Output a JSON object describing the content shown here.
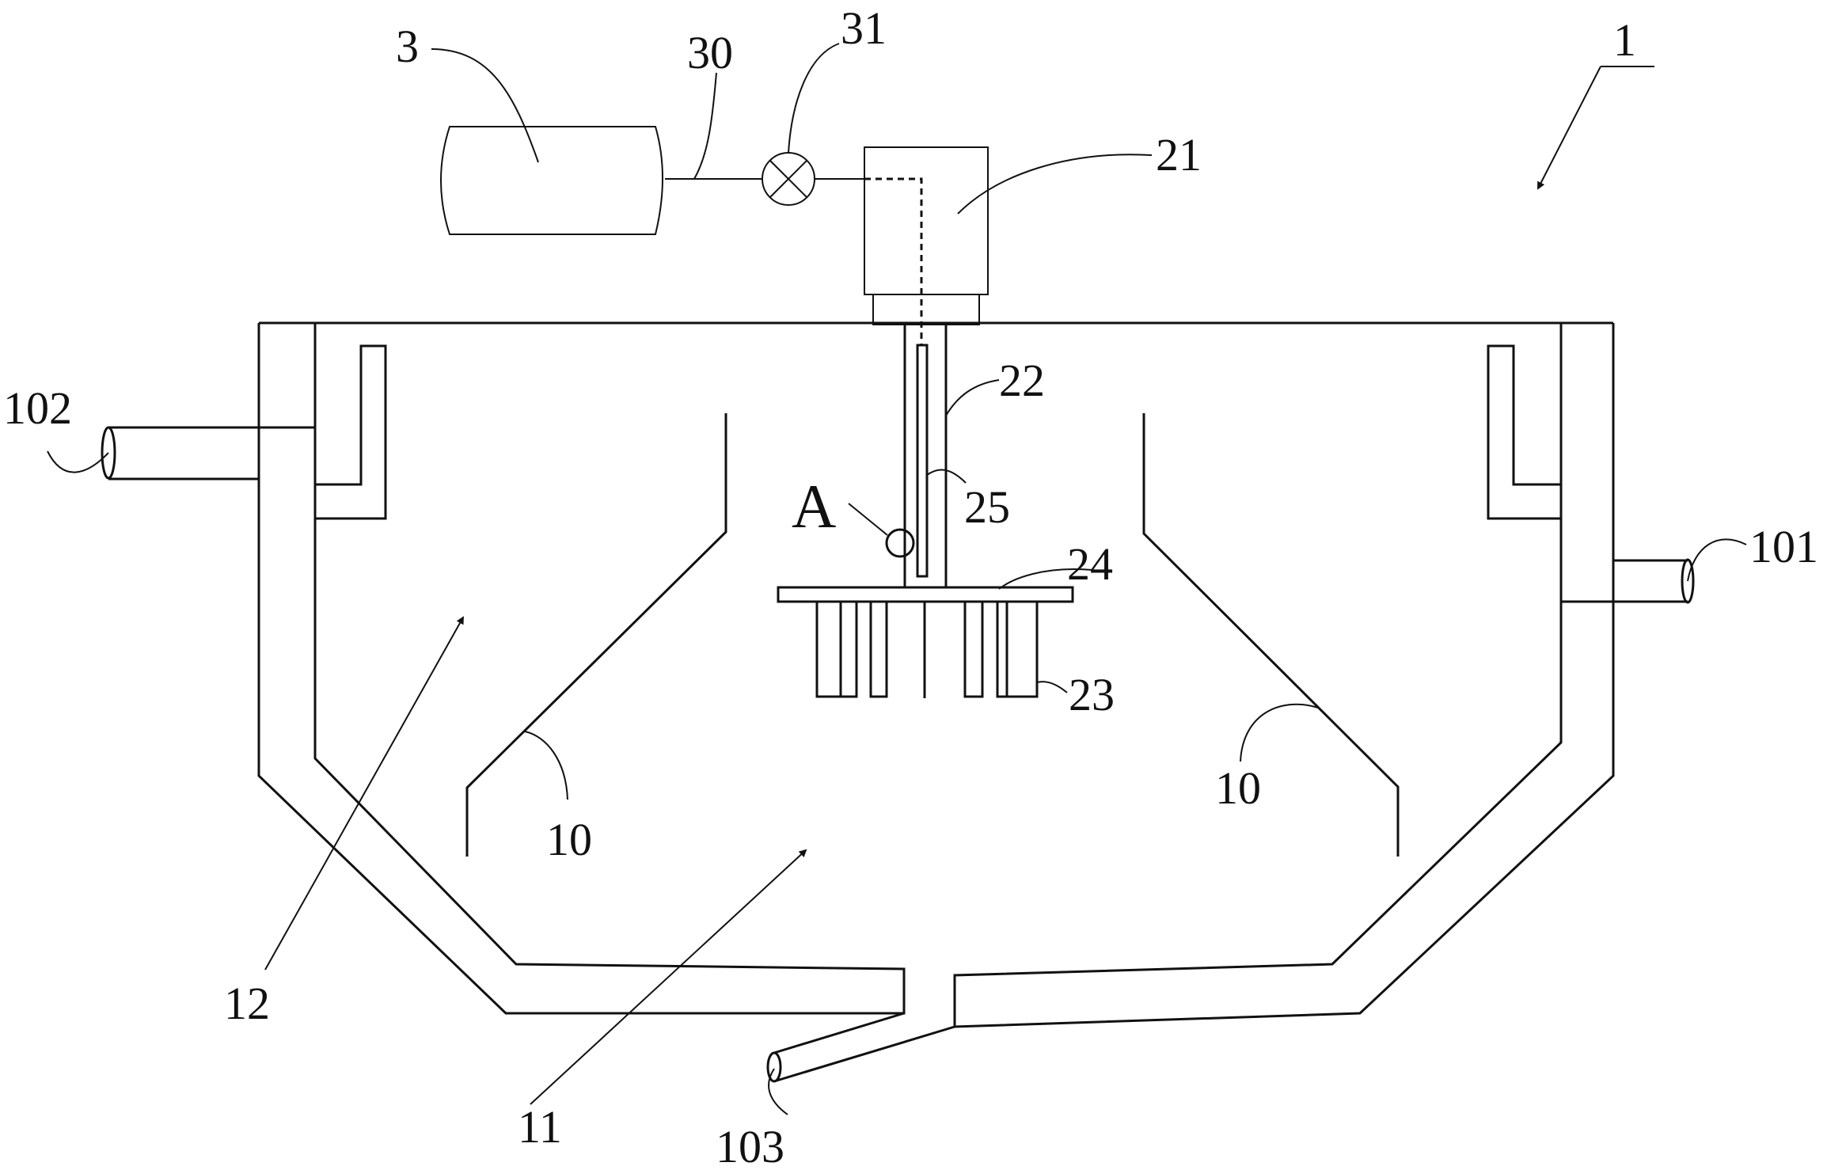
{
  "figure": {
    "labels": {
      "l1": "1",
      "l3": "3",
      "l30": "30",
      "l31": "31",
      "l21": "21",
      "l22": "22",
      "l25": "25",
      "lA": "A",
      "l24": "24",
      "l23": "23",
      "l102": "102",
      "l101": "101",
      "l10_left": "10",
      "l10_right": "10",
      "l12": "12",
      "l11": "11",
      "l103": "103"
    }
  }
}
